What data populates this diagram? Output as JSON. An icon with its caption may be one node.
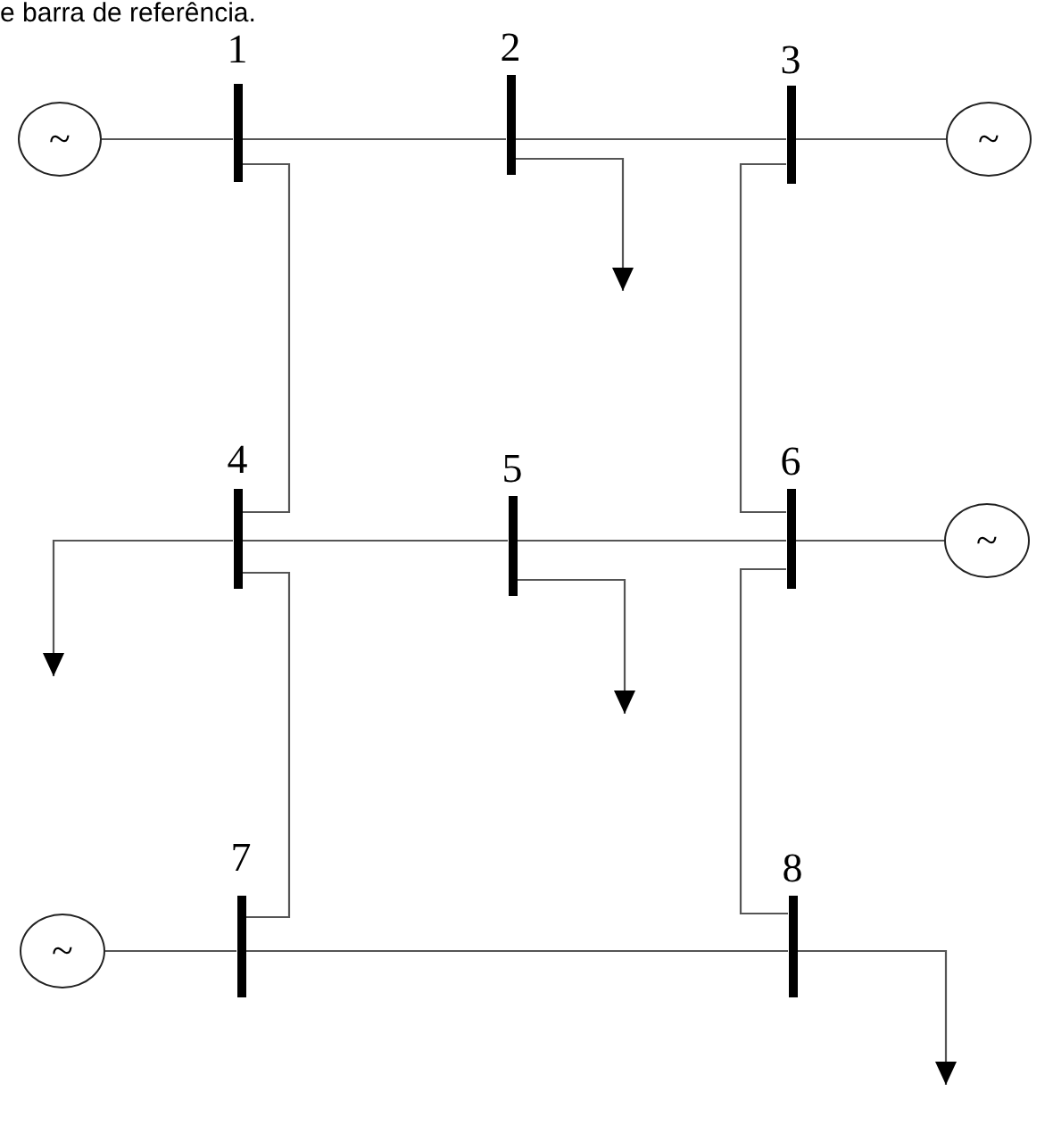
{
  "diagram": {
    "nodes": [
      {
        "text": [
          "~"
        ]
      },
      {
        "text": [
          "1"
        ]
      },
      {
        "text": [
          "2"
        ]
      },
      {
        "text": [
          "3"
        ]
      },
      {
        "text": [
          "~"
        ]
      },
      {
        "text": [
          "4"
        ]
      },
      {
        "text": [
          "5"
        ]
      },
      {
        "text": [
          "6"
        ]
      },
      {
        "text": [
          "~"
        ]
      },
      {
        "text": [
          "~"
        ]
      },
      {
        "text": [
          "7"
        ]
      },
      {
        "text": [
          "8"
        ]
      }
    ],
    "edges": [
      {
        "from": 0,
        "to": 1,
        "arrow": "none"
      },
      {
        "from": 1,
        "to": 2,
        "arrow": "none"
      },
      {
        "from": 2,
        "to": 3,
        "arrow": "none"
      },
      {
        "from": 3,
        "to": 4,
        "arrow": "none"
      },
      {
        "from": 1,
        "to": 5,
        "arrow": "none"
      },
      {
        "from": 2,
        "to": null,
        "arrow": "to"
      },
      {
        "from": 3,
        "to": 7,
        "arrow": "none"
      },
      {
        "from": 5,
        "to": null,
        "arrow": "to"
      },
      {
        "from": 5,
        "to": 6,
        "arrow": "none"
      },
      {
        "from": 6,
        "to": 7,
        "arrow": "none"
      },
      {
        "from": 7,
        "to": 8,
        "arrow": "none"
      },
      {
        "from": 6,
        "to": null,
        "arrow": "to"
      },
      {
        "from": 5,
        "to": 10,
        "arrow": "none"
      },
      {
        "from": 7,
        "to": 11,
        "arrow": "none"
      },
      {
        "from": 9,
        "to": 10,
        "arrow": "none"
      },
      {
        "from": 10,
        "to": 11,
        "arrow": "none"
      },
      {
        "from": 11,
        "to": null,
        "arrow": "to"
      }
    ],
    "labels": [
      "e barra de referência."
    ]
  }
}
